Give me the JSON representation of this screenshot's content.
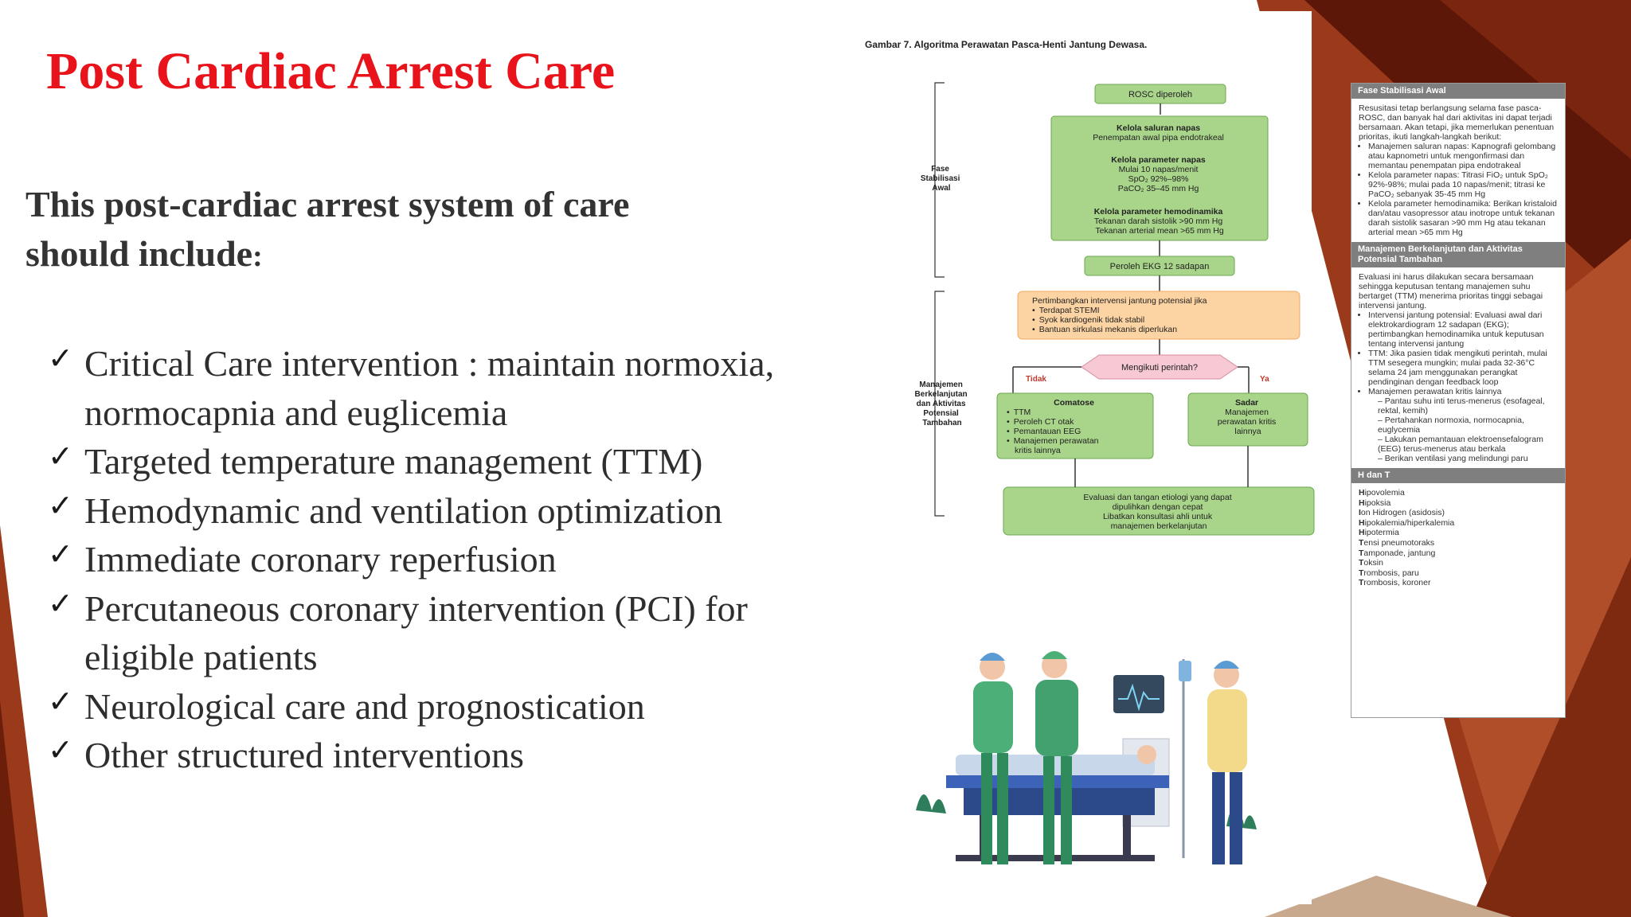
{
  "slide": {
    "title": "Post Cardiac Arrest Care",
    "subtitle": "This post-cardiac arrest system of care should include",
    "subtitle_colon": ":",
    "check_glyph": "✓",
    "bullets": [
      "Critical Care intervention : maintain normoxia, normocapnia and euglicemia",
      "Targeted temperature management (TTM)",
      "Hemodynamic and ventilation optimization",
      "Immediate coronary reperfusion",
      "Percutaneous coronary intervention (PCI) for eligible patients",
      "Neurological care and prognostication",
      "Other structured interventions"
    ]
  },
  "figure": {
    "caption": "Gambar 7.  Algoritma Perawatan Pasca-Henti Jantung Dewasa.",
    "phase1_label": [
      "Fase",
      "Stabilisasi",
      "Awal"
    ],
    "phase2_label": [
      "Manajemen",
      "Berkelanjutan",
      "dan Aktivitas",
      "Potensial",
      "Tambahan"
    ],
    "rosc": "ROSC diperoleh",
    "green_box": {
      "airway_title": "Kelola saluran napas",
      "airway_text": "Penempatan awal pipa endotrakeal",
      "breath_title": "Kelola parameter napas",
      "breath_lines": [
        "Mulai 10 napas/menit",
        "SpO₂ 92%–98%",
        "PaCO₂ 35–45 mm Hg"
      ],
      "hemo_title": "Kelola parameter hemodinamika",
      "hemo_lines": [
        "Tekanan darah sistolik >90 mm Hg",
        "Tekanan arterial mean >65 mm Hg"
      ]
    },
    "ekg": "Peroleh EKG 12 sadapan",
    "orange_box": {
      "title": "Pertimbangkan intervensi jantung potensial jika",
      "items": [
        "Terdapat STEMI",
        "Syok kardiogenik tidak stabil",
        "Bantuan sirkulasi mekanis diperlukan"
      ]
    },
    "decision": "Mengikuti perintah?",
    "no_label": "Tidak",
    "yes_label": "Ya",
    "comatose": {
      "title": "Comatose",
      "items": [
        "TTM",
        "Peroleh CT otak",
        "Pemantauan EEG",
        "Manajemen perawatan kritis lainnya"
      ]
    },
    "awake": {
      "title": "Sadar",
      "lines": [
        "Manajemen",
        "perawatan kritis",
        "lainnya"
      ]
    },
    "final_box": [
      "Evaluasi dan tangan etiologi yang dapat",
      "dipulihkan dengan cepat",
      "Libatkan konsultasi ahli untuk",
      "manajemen berkelanjutan"
    ]
  },
  "side_panel": {
    "section1_title": "Fase Stabilisasi Awal",
    "section1_text": "Resusitasi tetap berlangsung selama fase pasca-ROSC, dan banyak hal dari aktivitas ini dapat terjadi bersamaan. Akan tetapi, jika memerlukan penentuan prioritas, ikuti langkah-langkah berikut:",
    "section1_items": [
      "Manajemen saluran napas: Kapnografi gelombang atau kapnometri untuk mengonfirmasi dan memantau penempatan pipa endotrakeal",
      "Kelola parameter napas: Titrasi FiO₂ untuk SpO₂ 92%-98%; mulai pada 10 napas/menit; titrasi ke PaCO₂ sebanyak 35-45 mm Hg",
      "Kelola parameter hemodinamika: Berikan kristaloid dan/atau vasopressor atau inotrope untuk tekanan darah sistolik sasaran >90 mm Hg atau tekanan arterial mean >65 mm Hg"
    ],
    "section2_title": "Manajemen Berkelanjutan dan Aktivitas Potensial Tambahan",
    "section2_text": "Evaluasi ini harus dilakukan secara bersamaan sehingga keputusan tentang manajemen suhu bertarget (TTM) menerima prioritas tinggi sebagai intervensi jantung.",
    "section2_items": [
      "Intervensi jantung potensial: Evaluasi awal dari elektrokardiogram 12 sadapan (EKG); pertimbangkan hemodinamika untuk keputusan tentang intervensi jantung",
      "TTM: Jika pasien tidak mengikuti perintah, mulai TTM sesegera mungkin; mulai pada 32-36°C selama 24 jam menggunakan perangkat pendinginan dengan feedback loop",
      "Manajemen perawatan kritis lainnya"
    ],
    "section2_subitems": [
      "Pantau suhu inti terus-menerus (esofageal, rektal, kemih)",
      "Pertahankan normoxia, normocapnia, euglycemia",
      "Lakukan pemantauan elektroensefalogram (EEG) terus-menerus atau berkala",
      "Berikan ventilasi yang melindungi paru"
    ],
    "section3_title": "H dan T",
    "section3_items": [
      "Hipovolemia",
      "Hipoksia",
      "Ion Hidrogen (asidosis)",
      "Hipokalemia/hiperkalemia",
      "Hipotermia",
      "Tensi pneumotoraks",
      "Tamponade, jantung",
      "Toksin",
      "Trombosis, paru",
      "Trombosis, koroner"
    ]
  },
  "colors": {
    "title_red": "#e8131b",
    "text_dark": "#2e2e2e",
    "flow_green": "#a9d58b",
    "flow_orange": "#fcd3a2",
    "flow_pink": "#f6c9d4",
    "accent_brown": "#8b2e14"
  }
}
